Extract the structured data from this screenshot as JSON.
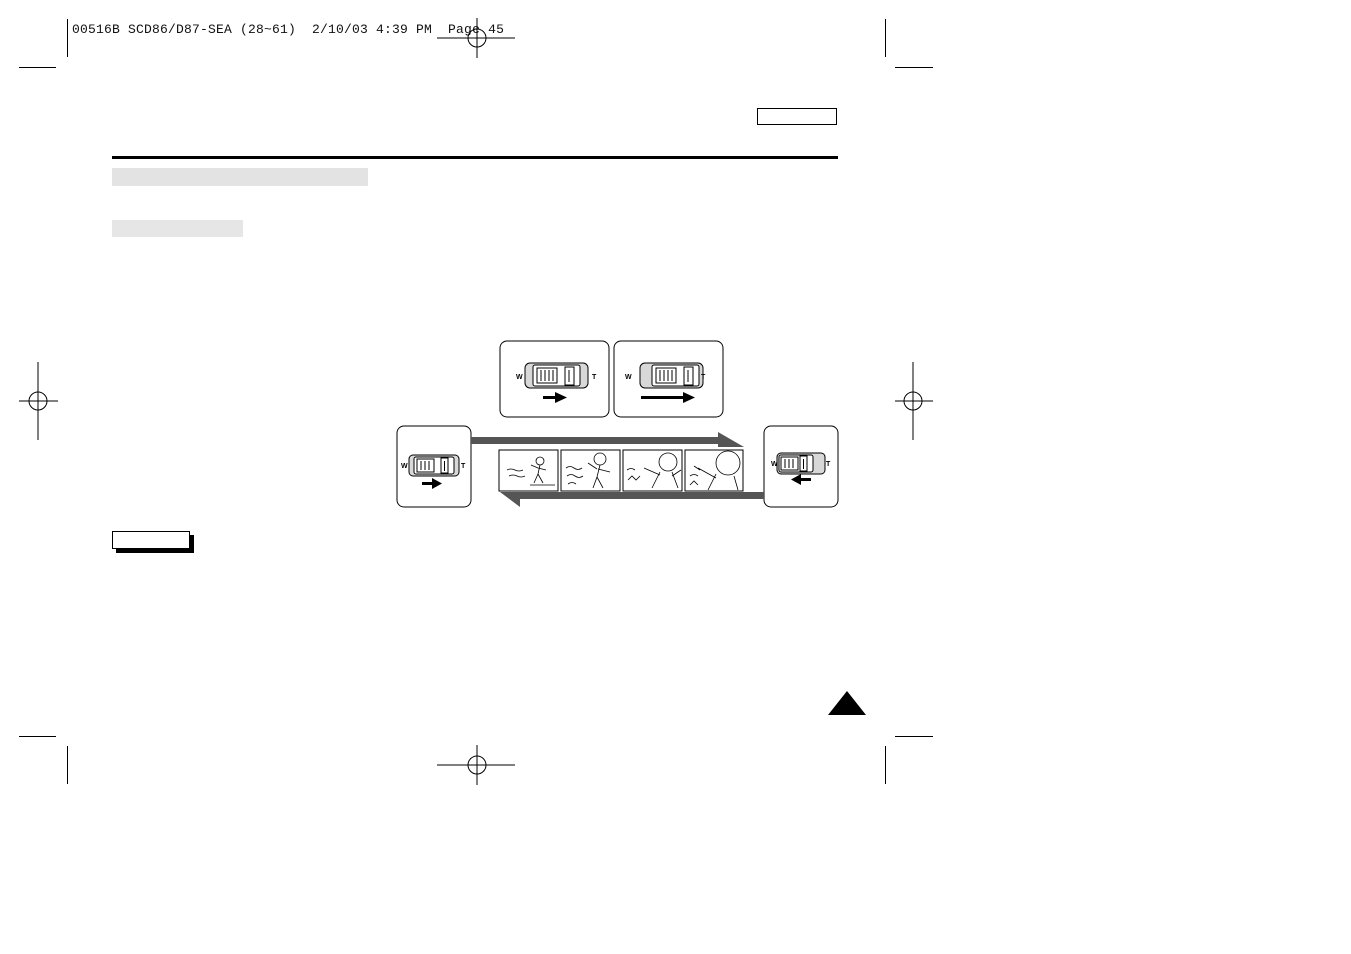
{
  "print_header": {
    "slug": "00516B SCD86/D87-SEA (28~61)  2/10/03 4:39 PM  Page 45"
  },
  "zoom_switch": {
    "wide_label": "W",
    "tele_label": "T"
  },
  "colors": {
    "ink": "#000000",
    "placeholder_band": "#e3e3e3",
    "arrow_band": "#555555"
  },
  "icons": [
    "registration-mark",
    "zoom-lever-icon",
    "right-arrow-icon",
    "left-arrow-icon",
    "page-marker-triangle"
  ]
}
